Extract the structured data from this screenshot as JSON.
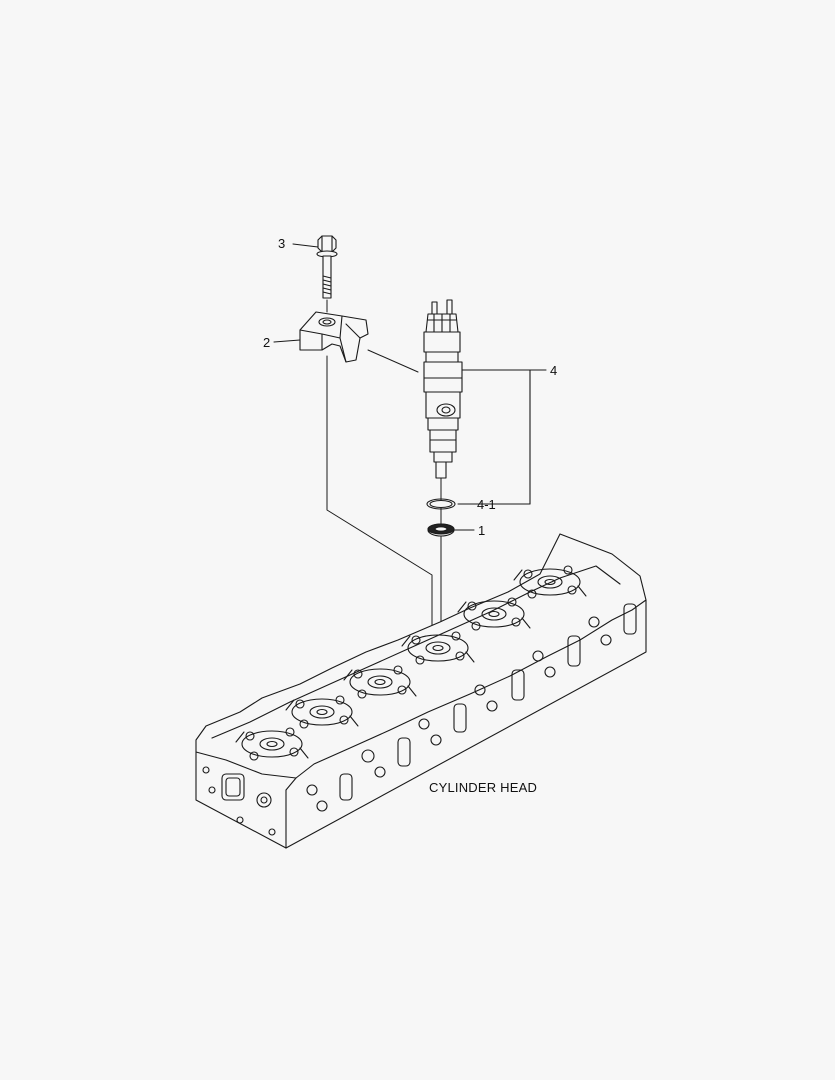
{
  "diagram": {
    "callouts": [
      {
        "id": "3",
        "label": "3"
      },
      {
        "id": "2",
        "label": "2"
      },
      {
        "id": "4",
        "label": "4"
      },
      {
        "id": "4-1",
        "label": "4-1"
      },
      {
        "id": "1",
        "label": "1"
      }
    ],
    "caption": "CYLINDER HEAD",
    "colors": {
      "line": "#1a1a1a",
      "background": "#f7f7f7"
    }
  }
}
